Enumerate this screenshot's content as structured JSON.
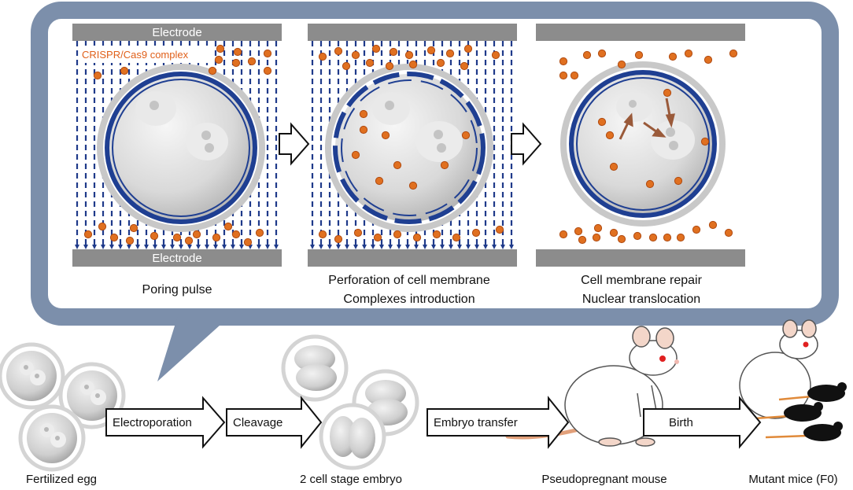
{
  "colors": {
    "bubble_border": "#7c8fab",
    "electrode": "#8c8c8c",
    "field_line": "#1f3a8a",
    "membrane": "#1f3f92",
    "particle": "#e07020",
    "particle_edge": "#b04a10",
    "label_orange": "#e0601a",
    "translocation_arrow": "#9a5a3a"
  },
  "panels": [
    {
      "electrode_top": "Electrode",
      "electrode_bottom": "Electrode",
      "complex_label": "CRISPR/Cas9 complex",
      "caption_lines": [
        "Poring pulse"
      ]
    },
    {
      "caption_lines": [
        "Perforation of cell membrane",
        "Complexes introduction"
      ]
    },
    {
      "caption_lines": [
        "Cell membrane repair",
        "Nuclear translocation"
      ]
    }
  ],
  "process": {
    "stages": [
      "Fertilized egg",
      "2 cell stage embryo",
      "Pseudopregnant mouse",
      "Mutant mice (F0)"
    ],
    "steps": [
      "Electroporation",
      "Cleavage",
      "Embryo transfer",
      "Birth"
    ]
  }
}
